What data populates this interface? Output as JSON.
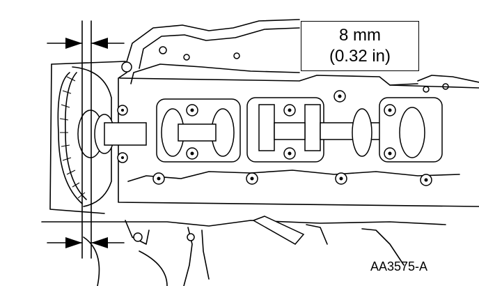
{
  "callout": {
    "dimension_mm": "8 mm",
    "dimension_in": "(0.32 in)"
  },
  "figure": {
    "id": "AA3575-A"
  }
}
